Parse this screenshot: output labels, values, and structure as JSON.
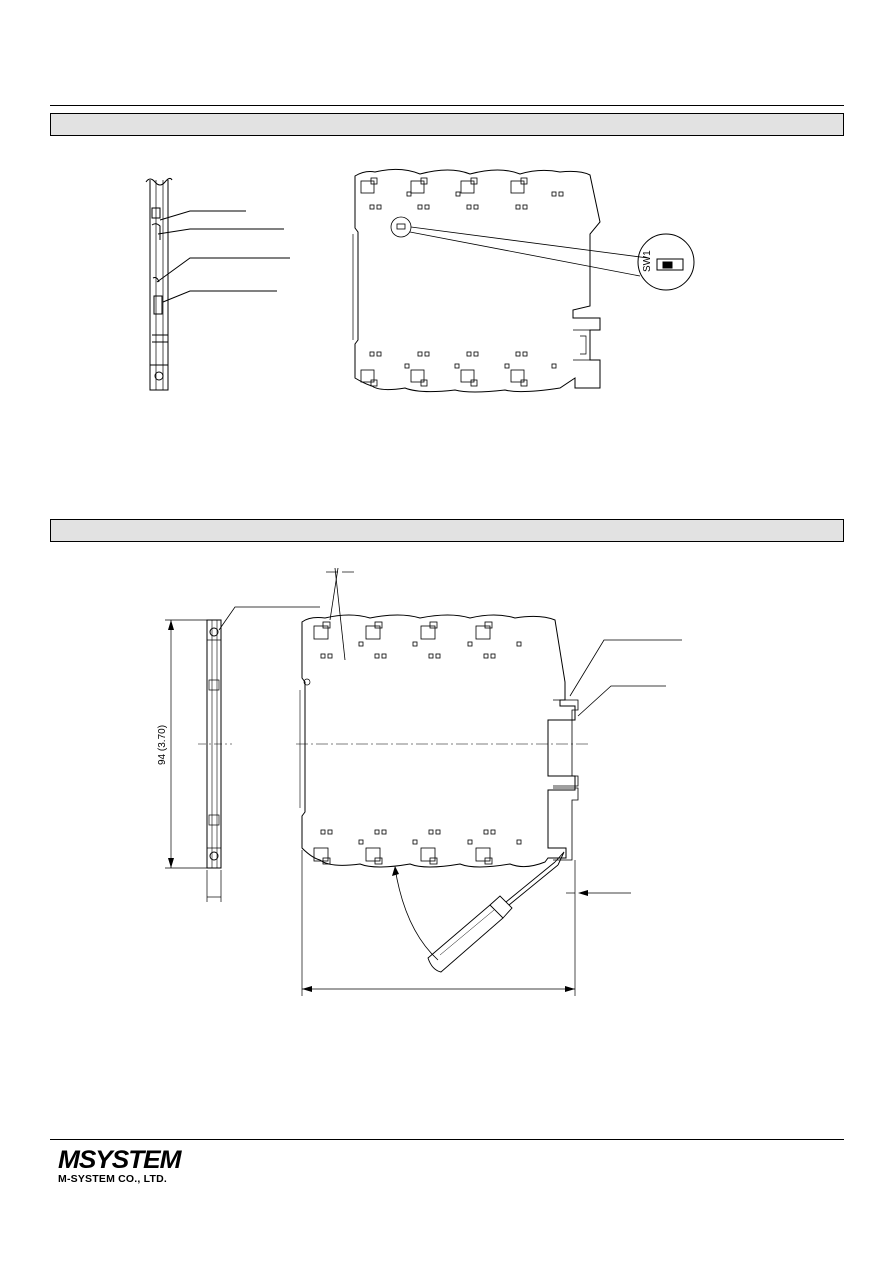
{
  "sections": [
    {
      "id": "top",
      "title": ""
    },
    {
      "id": "mounting",
      "title": ""
    }
  ],
  "figure1": {
    "callout_switch_label": "SW1"
  },
  "figure2": {
    "height_dimension": "94 (3.70)"
  },
  "footer": {
    "logo_text": "MSYSTEM",
    "company_name": "M-SYSTEM CO., LTD."
  },
  "colors": {
    "line": "#000000",
    "section_fill": "#e2e2e2"
  }
}
